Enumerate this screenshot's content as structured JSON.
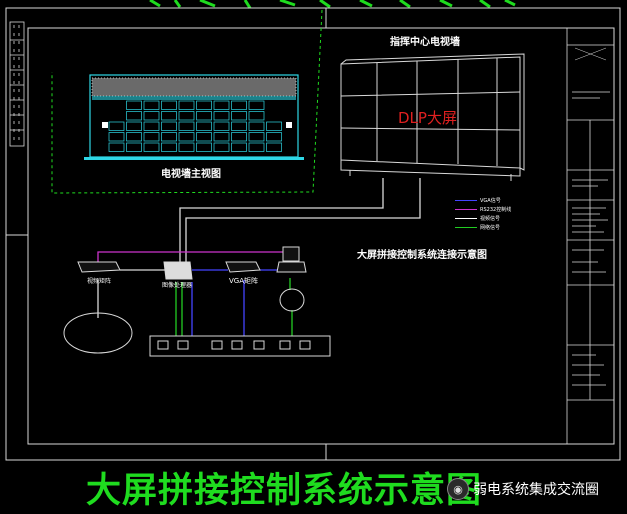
{
  "main_view": {
    "title": "电视墙主视图"
  },
  "dlp_wall": {
    "header": "指挥中心电视墙",
    "screen_label": "DLP大屏"
  },
  "connection_diagram": {
    "title": "大屏拼接控制系统连接示意图",
    "legend": [
      {
        "label": "VGA信号",
        "color": "#4444ff"
      },
      {
        "label": "RS232控制线",
        "color": "#cc33cc"
      },
      {
        "label": "视频信号",
        "color": "#ffffff"
      },
      {
        "label": "网络信号",
        "color": "#22cc22"
      }
    ]
  },
  "devices": {
    "video_matrix": "视频矩阵",
    "splice_processor": "图像处理器",
    "vga_matrix": "VGA矩阵"
  },
  "page_title": "大屏拼接控制系统示意图",
  "watermark": "弱电系统集成交流圈"
}
